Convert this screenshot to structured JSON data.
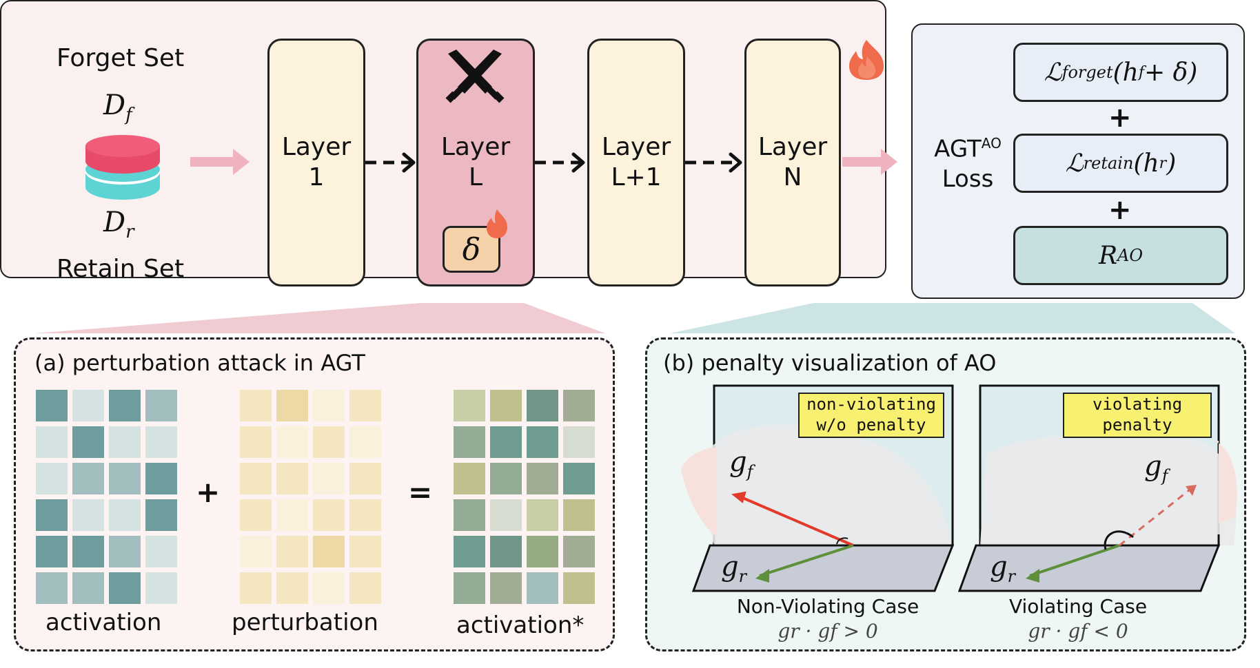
{
  "top": {
    "forget_set_label": "Forget Set",
    "retain_set_label": "Retain Set",
    "d_f": "D",
    "d_f_sub": "f",
    "d_r": "D",
    "d_r_sub": "r",
    "layers": [
      {
        "line1": "Layer",
        "line2": "1"
      },
      {
        "line1": "Layer",
        "line2": "L"
      },
      {
        "line1": "Layer",
        "line2": "L+1"
      },
      {
        "line1": "Layer",
        "line2": "N"
      }
    ],
    "delta": "δ"
  },
  "loss": {
    "title_main": "AGT",
    "title_sup": "AO",
    "title_line2": "Loss",
    "forget_term": "ℒ",
    "forget_sub": "forget",
    "forget_arg": "(h",
    "forget_arg_sub": "f",
    "forget_arg_rest": " + δ)",
    "retain_term": "ℒ",
    "retain_sub": "retain",
    "retain_arg": "(h",
    "retain_arg_sub": "r",
    "retain_arg_rest": ")",
    "reg_term": "R",
    "reg_sub": "AO",
    "plus": "+"
  },
  "panel_a": {
    "title": "(a) perturbation attack in AGT",
    "activation_label": "activation",
    "perturbation_label": "perturbation",
    "activation_star_label": "activation*",
    "plus": "+",
    "equals": "=",
    "activation_colors": [
      "#6f9c9c",
      "#d6e2e2",
      "#6f9c9c",
      "#a2bdbd",
      "#d6e2e2",
      "#6f9c9c",
      "#d6e2e2",
      "#d6e2e2",
      "#d6e2e2",
      "#a2bdbd",
      "#a2bdbd",
      "#6f9c9c",
      "#6f9c9c",
      "#d6e2e2",
      "#d6e2e2",
      "#6f9c9c",
      "#6f9c9c",
      "#6f9c9c",
      "#a2bdbd",
      "#d6e2e2",
      "#a2bdbd",
      "#a2bdbd",
      "#6f9c9c",
      "#d6e2e2"
    ],
    "perturbation_colors": [
      "#f3e6c0",
      "#ecd9a6",
      "#f9f1dc",
      "#f3e6c0",
      "#f3e6c0",
      "#f9f1dc",
      "#f3e6c0",
      "#f9f1dc",
      "#f3e6c0",
      "#f3e6c0",
      "#f9f1dc",
      "#f3e6c0",
      "#f3e6c0",
      "#f9f1dc",
      "#f3e6c0",
      "#f3e6c0",
      "#f9f1dc",
      "#f3e6c0",
      "#ecd9a6",
      "#f3e6c0",
      "#f3e6c0",
      "#f3e6c0",
      "#f9f1dc",
      "#f3e6c0"
    ],
    "activation_star_colors": [
      "#c8cea6",
      "#c0c08e",
      "#6f9688",
      "#a0ad94",
      "#94ab94",
      "#6f9c90",
      "#6f9c90",
      "#d6ddd0",
      "#c0c08e",
      "#94ab94",
      "#a0ad94",
      "#6f9c90",
      "#94ab94",
      "#d6ddd0",
      "#c8cea6",
      "#c0c08e",
      "#6f9c90",
      "#6f9688",
      "#94ab84",
      "#a0ad94",
      "#94ab94",
      "#a0ad94",
      "#a2bdbd",
      "#c0c08e"
    ]
  },
  "panel_b": {
    "title": "(b) penalty visualization of AO",
    "left_note": "non-violating\nw/o penalty",
    "right_note": "violating\npenalty",
    "g_f": "g",
    "g_f_sub": "f",
    "g_r": "g",
    "g_r_sub": "r",
    "left_case": "Non-Violating Case",
    "left_math": "gr · gf > 0",
    "right_case": "Violating Case",
    "right_math": "gr · gf < 0"
  }
}
